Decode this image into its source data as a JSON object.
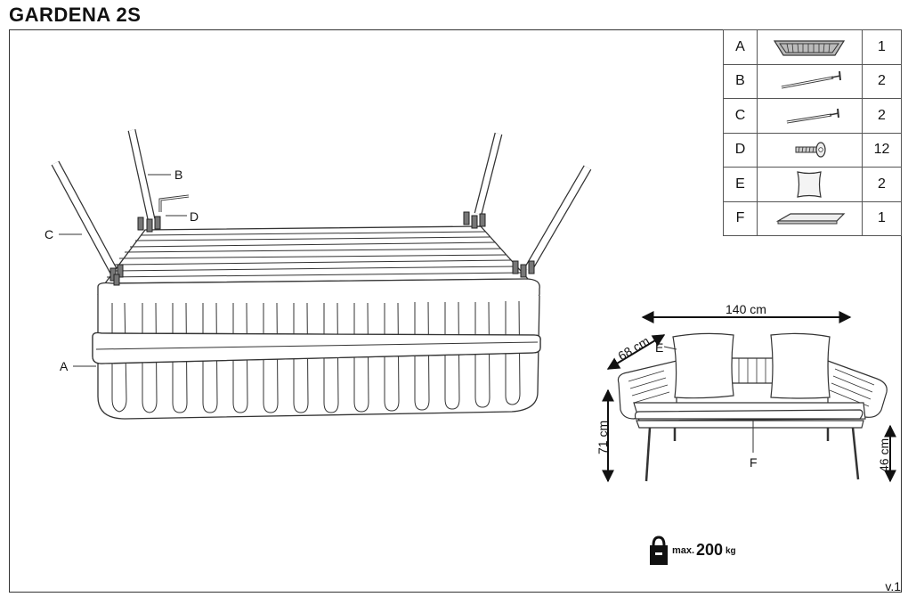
{
  "title": "GARDENA 2S",
  "version": "v.1",
  "parts": [
    {
      "letter": "A",
      "qty": "1",
      "icon": "seat-frame-icon"
    },
    {
      "letter": "B",
      "qty": "2",
      "icon": "long-leg-icon"
    },
    {
      "letter": "C",
      "qty": "2",
      "icon": "short-leg-icon"
    },
    {
      "letter": "D",
      "qty": "12",
      "icon": "bolt-icon"
    },
    {
      "letter": "E",
      "qty": "2",
      "icon": "pillow-icon"
    },
    {
      "letter": "F",
      "qty": "1",
      "icon": "seat-cushion-icon"
    }
  ],
  "callouts": {
    "a": "A",
    "b": "B",
    "c": "C",
    "d": "D",
    "e": "E",
    "f": "F"
  },
  "dimensions": {
    "width": "140 cm",
    "depth": "68 cm",
    "height": "71 cm",
    "seat_height": "46 cm"
  },
  "max_load": {
    "label": "max.",
    "value": "200",
    "unit": "kg"
  }
}
